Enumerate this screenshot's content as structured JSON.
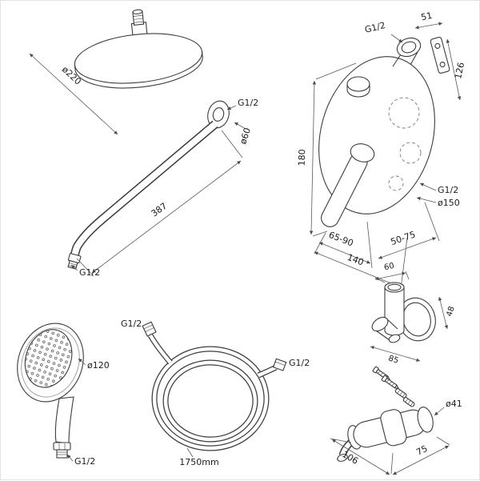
{
  "sheet": {
    "background": "#ffffff",
    "line_color": "#3c3c3c"
  },
  "drawings": {
    "shower_head": {
      "dims": {
        "diameter": "ø220"
      }
    },
    "shower_arm": {
      "dims": {
        "wall_thread": "G1/2",
        "flange_diameter": "ø60",
        "length": "387",
        "outlet_thread": "G1/2"
      }
    },
    "mixer": {
      "dims": {
        "top_thread": "G1/2",
        "top_depth": "51",
        "upper_height": "126",
        "body_height": "180",
        "outlet_thread": "G1/2",
        "plate_diameter": "ø150",
        "depth_range": "65-90",
        "width": "140",
        "install_range": "50-75"
      }
    },
    "wall_outlet": {
      "dims": {
        "width": "60",
        "depth": "48",
        "base": "85"
      }
    },
    "hand_shower": {
      "dims": {
        "diameter": "ø120",
        "thread": "G1/2"
      }
    },
    "hose": {
      "dims": {
        "end_a_thread": "G1/2",
        "end_b_thread": "G1/2",
        "length": "1750mm"
      }
    },
    "bracket": {
      "dims": {
        "diameter": "ø41",
        "width": "106",
        "depth": "75"
      }
    }
  }
}
